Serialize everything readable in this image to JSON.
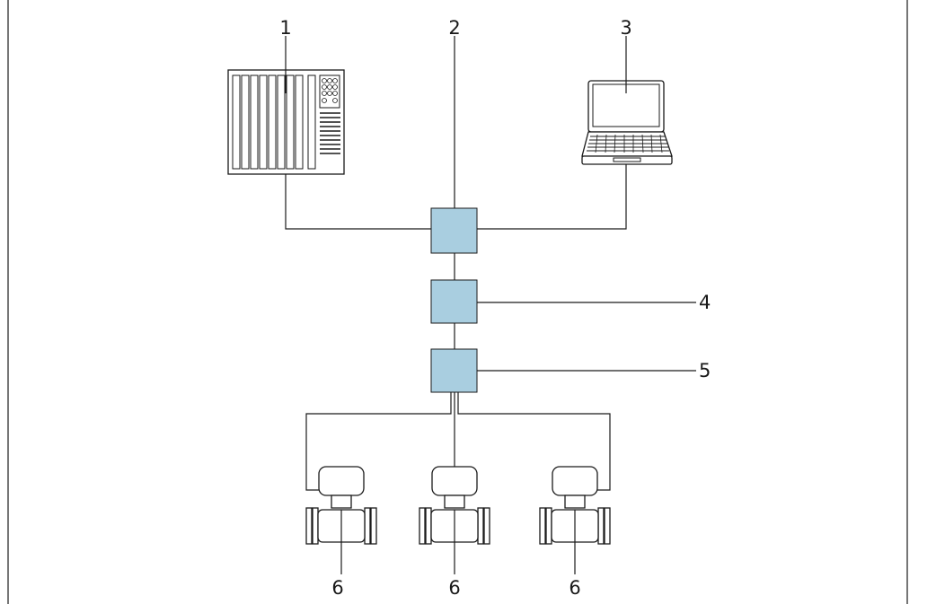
{
  "diagram": {
    "callouts": {
      "automation_system": "1",
      "ethernet_network": "2",
      "computer": "3",
      "switch": "4",
      "gateway": "5",
      "measuring_device_a": "6",
      "measuring_device_b": "6",
      "measuring_device_c": "6"
    },
    "colors": {
      "line": "#1a1a1a",
      "network_node_fill": "#a9cee0",
      "background": "#ffffff"
    },
    "icons": {
      "automation_system": "plc-rack-icon",
      "computer": "laptop-icon",
      "network_node": "network-box-icon",
      "measuring_device": "flowmeter-icon"
    }
  }
}
